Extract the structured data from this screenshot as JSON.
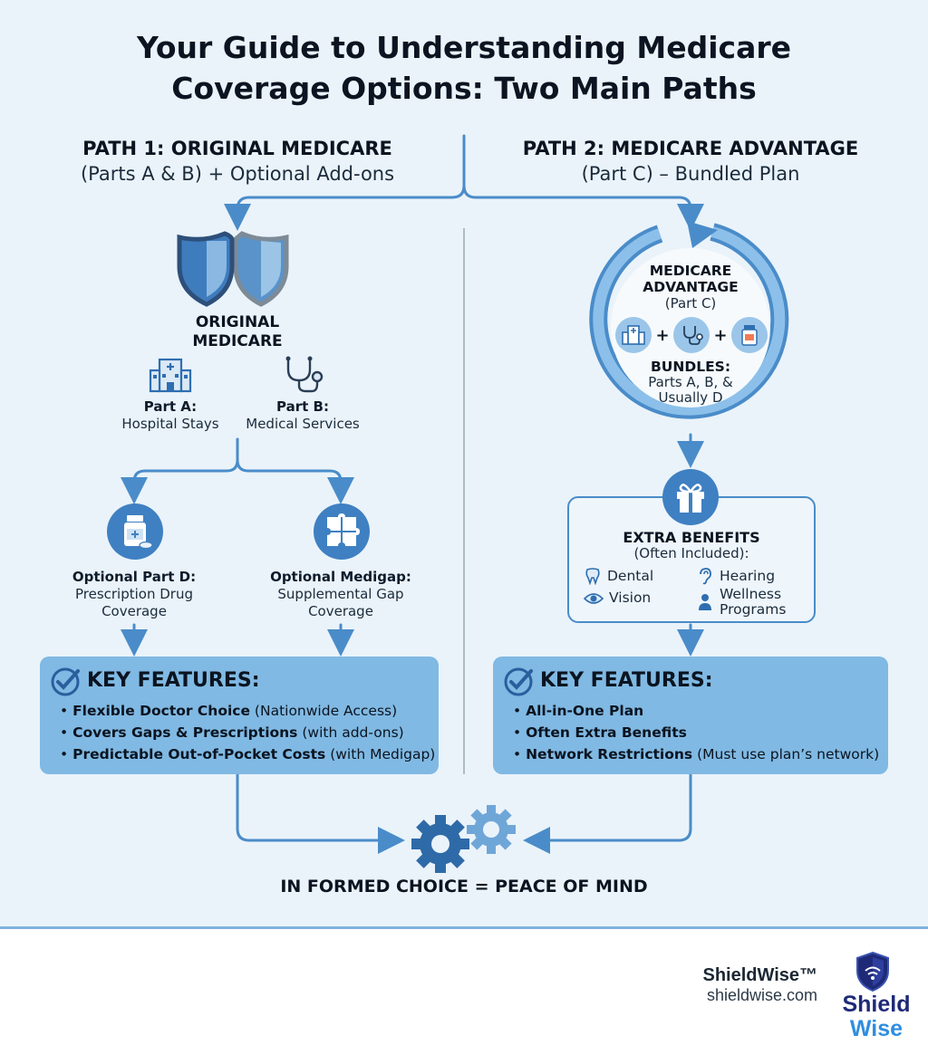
{
  "title": {
    "line1": "Your Guide to Understanding Medicare",
    "line2": "Coverage Options: Two Main Paths"
  },
  "path1": {
    "heading": "PATH 1: ORIGINAL MEDICARE",
    "subheading": "(Parts A & B) + Optional Add-ons",
    "node_title_line1": "ORIGINAL",
    "node_title_line2": "MEDICARE",
    "part_a": {
      "label": "Part A:",
      "desc": "Hospital Stays",
      "icon": "hospital-icon"
    },
    "part_b": {
      "label": "Part B:",
      "desc": "Medical Services",
      "icon": "stethoscope-icon"
    },
    "part_d": {
      "label": "Optional Part D:",
      "desc_line1": "Prescription Drug",
      "desc_line2": "Coverage",
      "icon": "pill-bottle-icon"
    },
    "medigap": {
      "label": "Optional Medigap:",
      "desc_line1": "Supplemental Gap",
      "desc_line2": "Coverage",
      "icon": "puzzle-icon"
    },
    "features": {
      "title": "KEY FEATURES:",
      "items": [
        {
          "bold": "Flexible Doctor Choice",
          "rest": " (Nationwide Access)"
        },
        {
          "bold": "Covers Gaps & Prescriptions",
          "rest": " (with add-ons)"
        },
        {
          "bold": "Predictable Out-of-Pocket Costs",
          "rest": " (with Medigap)"
        }
      ]
    }
  },
  "path2": {
    "heading": "PATH 2: MEDICARE ADVANTAGE",
    "subheading": "(Part C) – Bundled Plan",
    "circle": {
      "title_line1": "MEDICARE",
      "title_line2": "ADVANTAGE",
      "subtitle": "(Part C)",
      "bundles_label": "BUNDLES:",
      "bundles_line1": "Parts A, B, &",
      "bundles_line2": "Usually D",
      "plus": "+"
    },
    "extra_benefits": {
      "title": "EXTRA BENEFITS",
      "subtitle": "(Often Included):",
      "items": [
        {
          "label": "Dental",
          "icon": "tooth-icon"
        },
        {
          "label": "Hearing",
          "icon": "ear-icon"
        },
        {
          "label": "Vision",
          "icon": "eye-icon"
        },
        {
          "label_line1": "Wellness",
          "label_line2": "Programs",
          "icon": "person-icon"
        }
      ]
    },
    "features": {
      "title": "KEY FEATURES:",
      "items": [
        {
          "bold": "All-in-One Plan",
          "rest": ""
        },
        {
          "bold": "Often Extra Benefits",
          "rest": ""
        },
        {
          "bold": "Network Restrictions",
          "rest": " (Must use plan’s network)"
        }
      ]
    }
  },
  "conclusion": "IN FORMED CHOICE = PEACE OF MIND",
  "brand": {
    "name": "ShieldWise™",
    "url": "shieldwise.com",
    "logo_text_line1": "Shield",
    "logo_text_line2": "Wise"
  },
  "colors": {
    "background": "#eaf3fa",
    "accent_blue": "#4a8cc9",
    "feature_box": "#80b9e3",
    "icon_blue": "#3f80c2",
    "logo_navy": "#1e2a78"
  }
}
